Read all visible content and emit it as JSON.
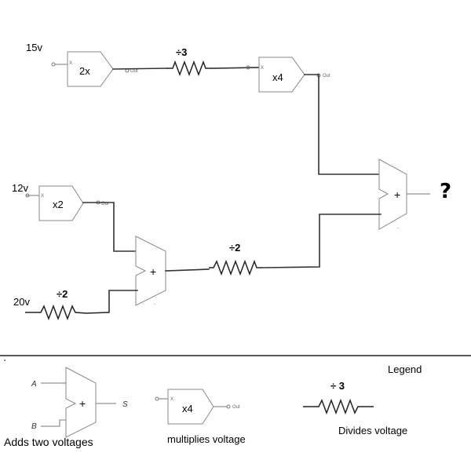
{
  "inputs": {
    "v15": "15v",
    "v12": "12v",
    "v20": "20v"
  },
  "gates": {
    "mul_top_left": "2x",
    "mul_top_right": "x4",
    "mul_mid": "x2"
  },
  "resistors": {
    "top": "÷3",
    "mid": "÷2",
    "bottom": "÷2"
  },
  "ports": {
    "x": "X",
    "out": "Out",
    "a": "A",
    "b": "B",
    "s": "S"
  },
  "output_label": "?",
  "legend": {
    "title": "Legend",
    "adder_caption": "Adds two voltages",
    "multiplier_label": "x4",
    "multiplier_caption": "multiplies voltage",
    "divider_label": "÷ 3",
    "divider_caption": "Divides voltage"
  }
}
